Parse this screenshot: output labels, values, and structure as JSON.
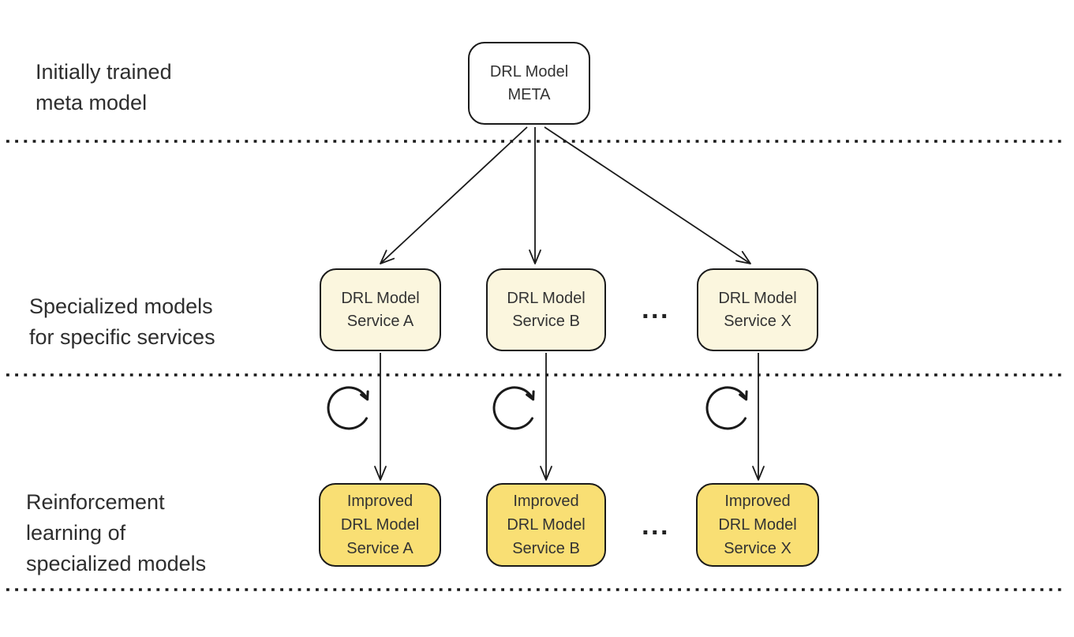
{
  "labels": {
    "initially_trained": {
      "line1": "Initially trained",
      "line2": "meta model"
    },
    "specialized": {
      "line1": "Specialized models",
      "line2": "for specific services"
    },
    "reinforcement": {
      "line1": "Reinforcement",
      "line2": "learning of",
      "line3": "specialized models"
    }
  },
  "meta_box": {
    "line1": "DRL Model",
    "line2": "META"
  },
  "service_row": {
    "box_a": {
      "line1": "DRL Model",
      "line2": "Service A"
    },
    "box_b": {
      "line1": "DRL Model",
      "line2": "Service B"
    },
    "ellipsis": "...",
    "box_x": {
      "line1": "DRL Model",
      "line2": "Service X"
    }
  },
  "improved_row": {
    "box_a": {
      "line1": "Improved",
      "line2": "DRL Model",
      "line3": "Service A"
    },
    "box_b": {
      "line1": "Improved",
      "line2": "DRL Model",
      "line3": "Service B"
    },
    "ellipsis": "...",
    "box_x": {
      "line1": "Improved",
      "line2": "DRL Model",
      "line3": "Service X"
    }
  },
  "icons": {
    "retrain_loop": "refresh-cycle-icon",
    "arrowhead": "open-v-arrowhead"
  },
  "colors": {
    "meta_box_fill": "#FFFFFF",
    "service_box_fill": "#FBF6DE",
    "improved_box_fill": "#F9DF74",
    "box_border": "#1A1A1A",
    "box_text": "#333333",
    "label_text": "#2E2E2E",
    "connector": "#1A1A1A"
  }
}
